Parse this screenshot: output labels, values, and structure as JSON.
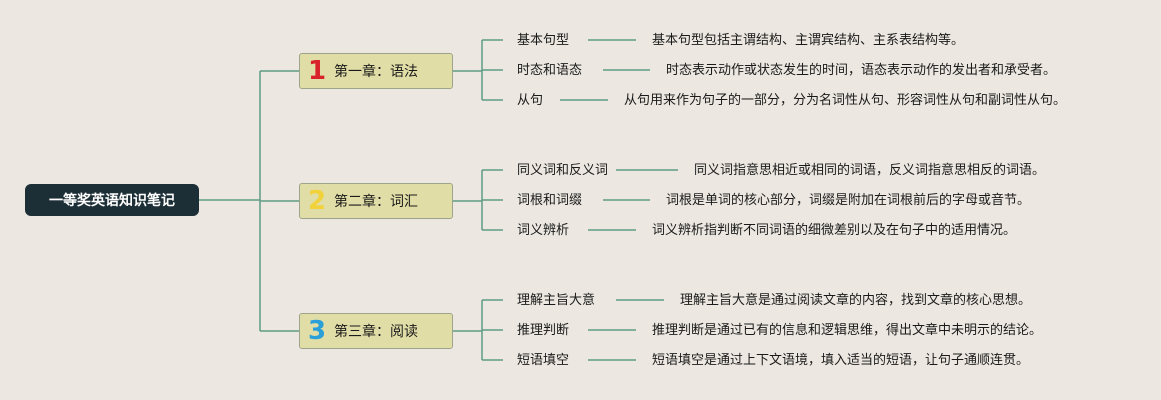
{
  "root": {
    "label": "一等奖英语知识笔记"
  },
  "colors": {
    "background": "#ECE8E1",
    "root_bg": "#1D2F36",
    "chapter_bg": "#E0DDA6",
    "line": "#5E9A86"
  },
  "chapters": [
    {
      "number": "1",
      "number_color": "#D8232A",
      "title": "第一章：语法",
      "topics": [
        {
          "label": "基本句型",
          "desc": "基本句型包括主谓结构、主谓宾结构、主系表结构等。"
        },
        {
          "label": "时态和语态",
          "desc": "时态表示动作或状态发生的时间，语态表示动作的发出者和承受者。"
        },
        {
          "label": "从句",
          "desc": "从句用来作为句子的一部分，分为名词性从句、形容词性从句和副词性从句。"
        }
      ]
    },
    {
      "number": "2",
      "number_color": "#F2D23A",
      "title": "第二章：词汇",
      "topics": [
        {
          "label": "同义词和反义词",
          "desc": "同义词指意思相近或相同的词语，反义词指意思相反的词语。"
        },
        {
          "label": "词根和词缀",
          "desc": "词根是单词的核心部分，词缀是附加在词根前后的字母或音节。"
        },
        {
          "label": "词义辨析",
          "desc": "词义辨析指判断不同词语的细微差别以及在句子中的适用情况。"
        }
      ]
    },
    {
      "number": "3",
      "number_color": "#2A9FD8",
      "title": "第三章：阅读",
      "topics": [
        {
          "label": "理解主旨大意",
          "desc": "理解主旨大意是通过阅读文章的内容，找到文章的核心思想。"
        },
        {
          "label": "推理判断",
          "desc": "推理判断是通过已有的信息和逻辑思维，得出文章中未明示的结论。"
        },
        {
          "label": "短语填空",
          "desc": "短语填空是通过上下文语境，填入适当的短语，让句子通顺连贯。"
        }
      ]
    }
  ]
}
